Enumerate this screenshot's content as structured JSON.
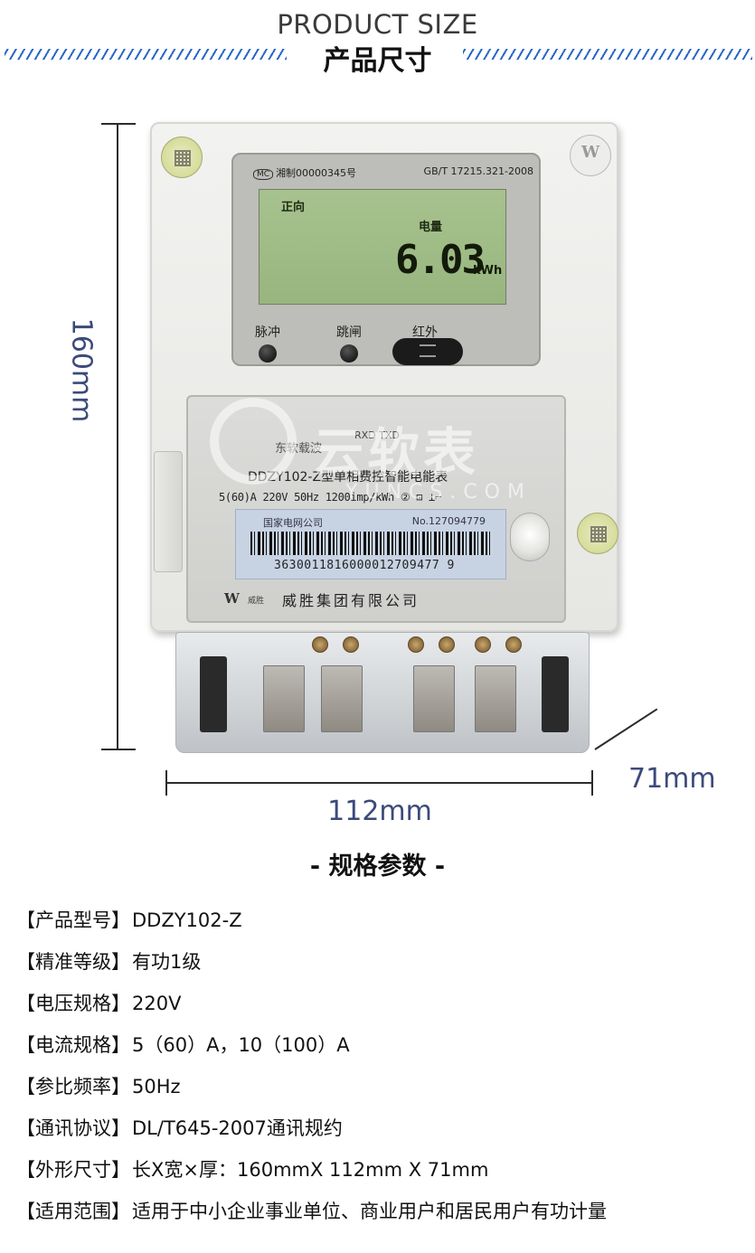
{
  "header": {
    "title_en": "PRODUCT SIZE",
    "title_cn": "产品尺寸"
  },
  "dimensions": {
    "height": "160mm",
    "width": "112mm",
    "depth": "71mm"
  },
  "meter": {
    "lcd_header": {
      "cert_mark": "MC",
      "cert": "湘制00000345号",
      "standard": "GB/T 17215.321-2008"
    },
    "display": {
      "direction": "正向",
      "quantity": "电量",
      "value": "6.03",
      "unit": "kWh"
    },
    "indicators": {
      "pulse": "脉冲",
      "trip": "跳闸",
      "infrared": "红外"
    },
    "nameplate": {
      "vendor": "东软载波",
      "rxtx": "RXD TXD",
      "model": "DDZY102-Z型单相费控智能电能表",
      "ratings": "5(60)A  220V  50Hz  1200imp/kWh ② ⊡ ⊥⌐",
      "owner": "国家电网公司",
      "serial": "No.127094779",
      "barcode_digits": "3630011816000012709477 9",
      "maker_logo": "W",
      "maker_small": "威胜",
      "maker": "威胜集团有限公司"
    }
  },
  "watermark": {
    "cn": "云软表",
    "en": "YUNCS.COM"
  },
  "specs": {
    "title": "- 规格参数 -",
    "rows": [
      {
        "k": "【产品型号】",
        "v": "DDZY102-Z"
      },
      {
        "k": "【精准等级】",
        "v": "有功1级"
      },
      {
        "k": "【电压规格】",
        "v": "220V"
      },
      {
        "k": "【电流规格】",
        "v": "5（60）A，10（100）A"
      },
      {
        "k": "【参比频率】",
        "v": "50Hz"
      },
      {
        "k": "【通讯协议】",
        "v": "DL/T645-2007通讯规约"
      },
      {
        "k": "【外形尺寸】",
        "v": "长X宽×厚：160mmX 112mm X 71mm"
      },
      {
        "k": "【适用范围】",
        "v": "适用于中小企业事业单位、商业用户和居民用户有功计量"
      }
    ]
  }
}
